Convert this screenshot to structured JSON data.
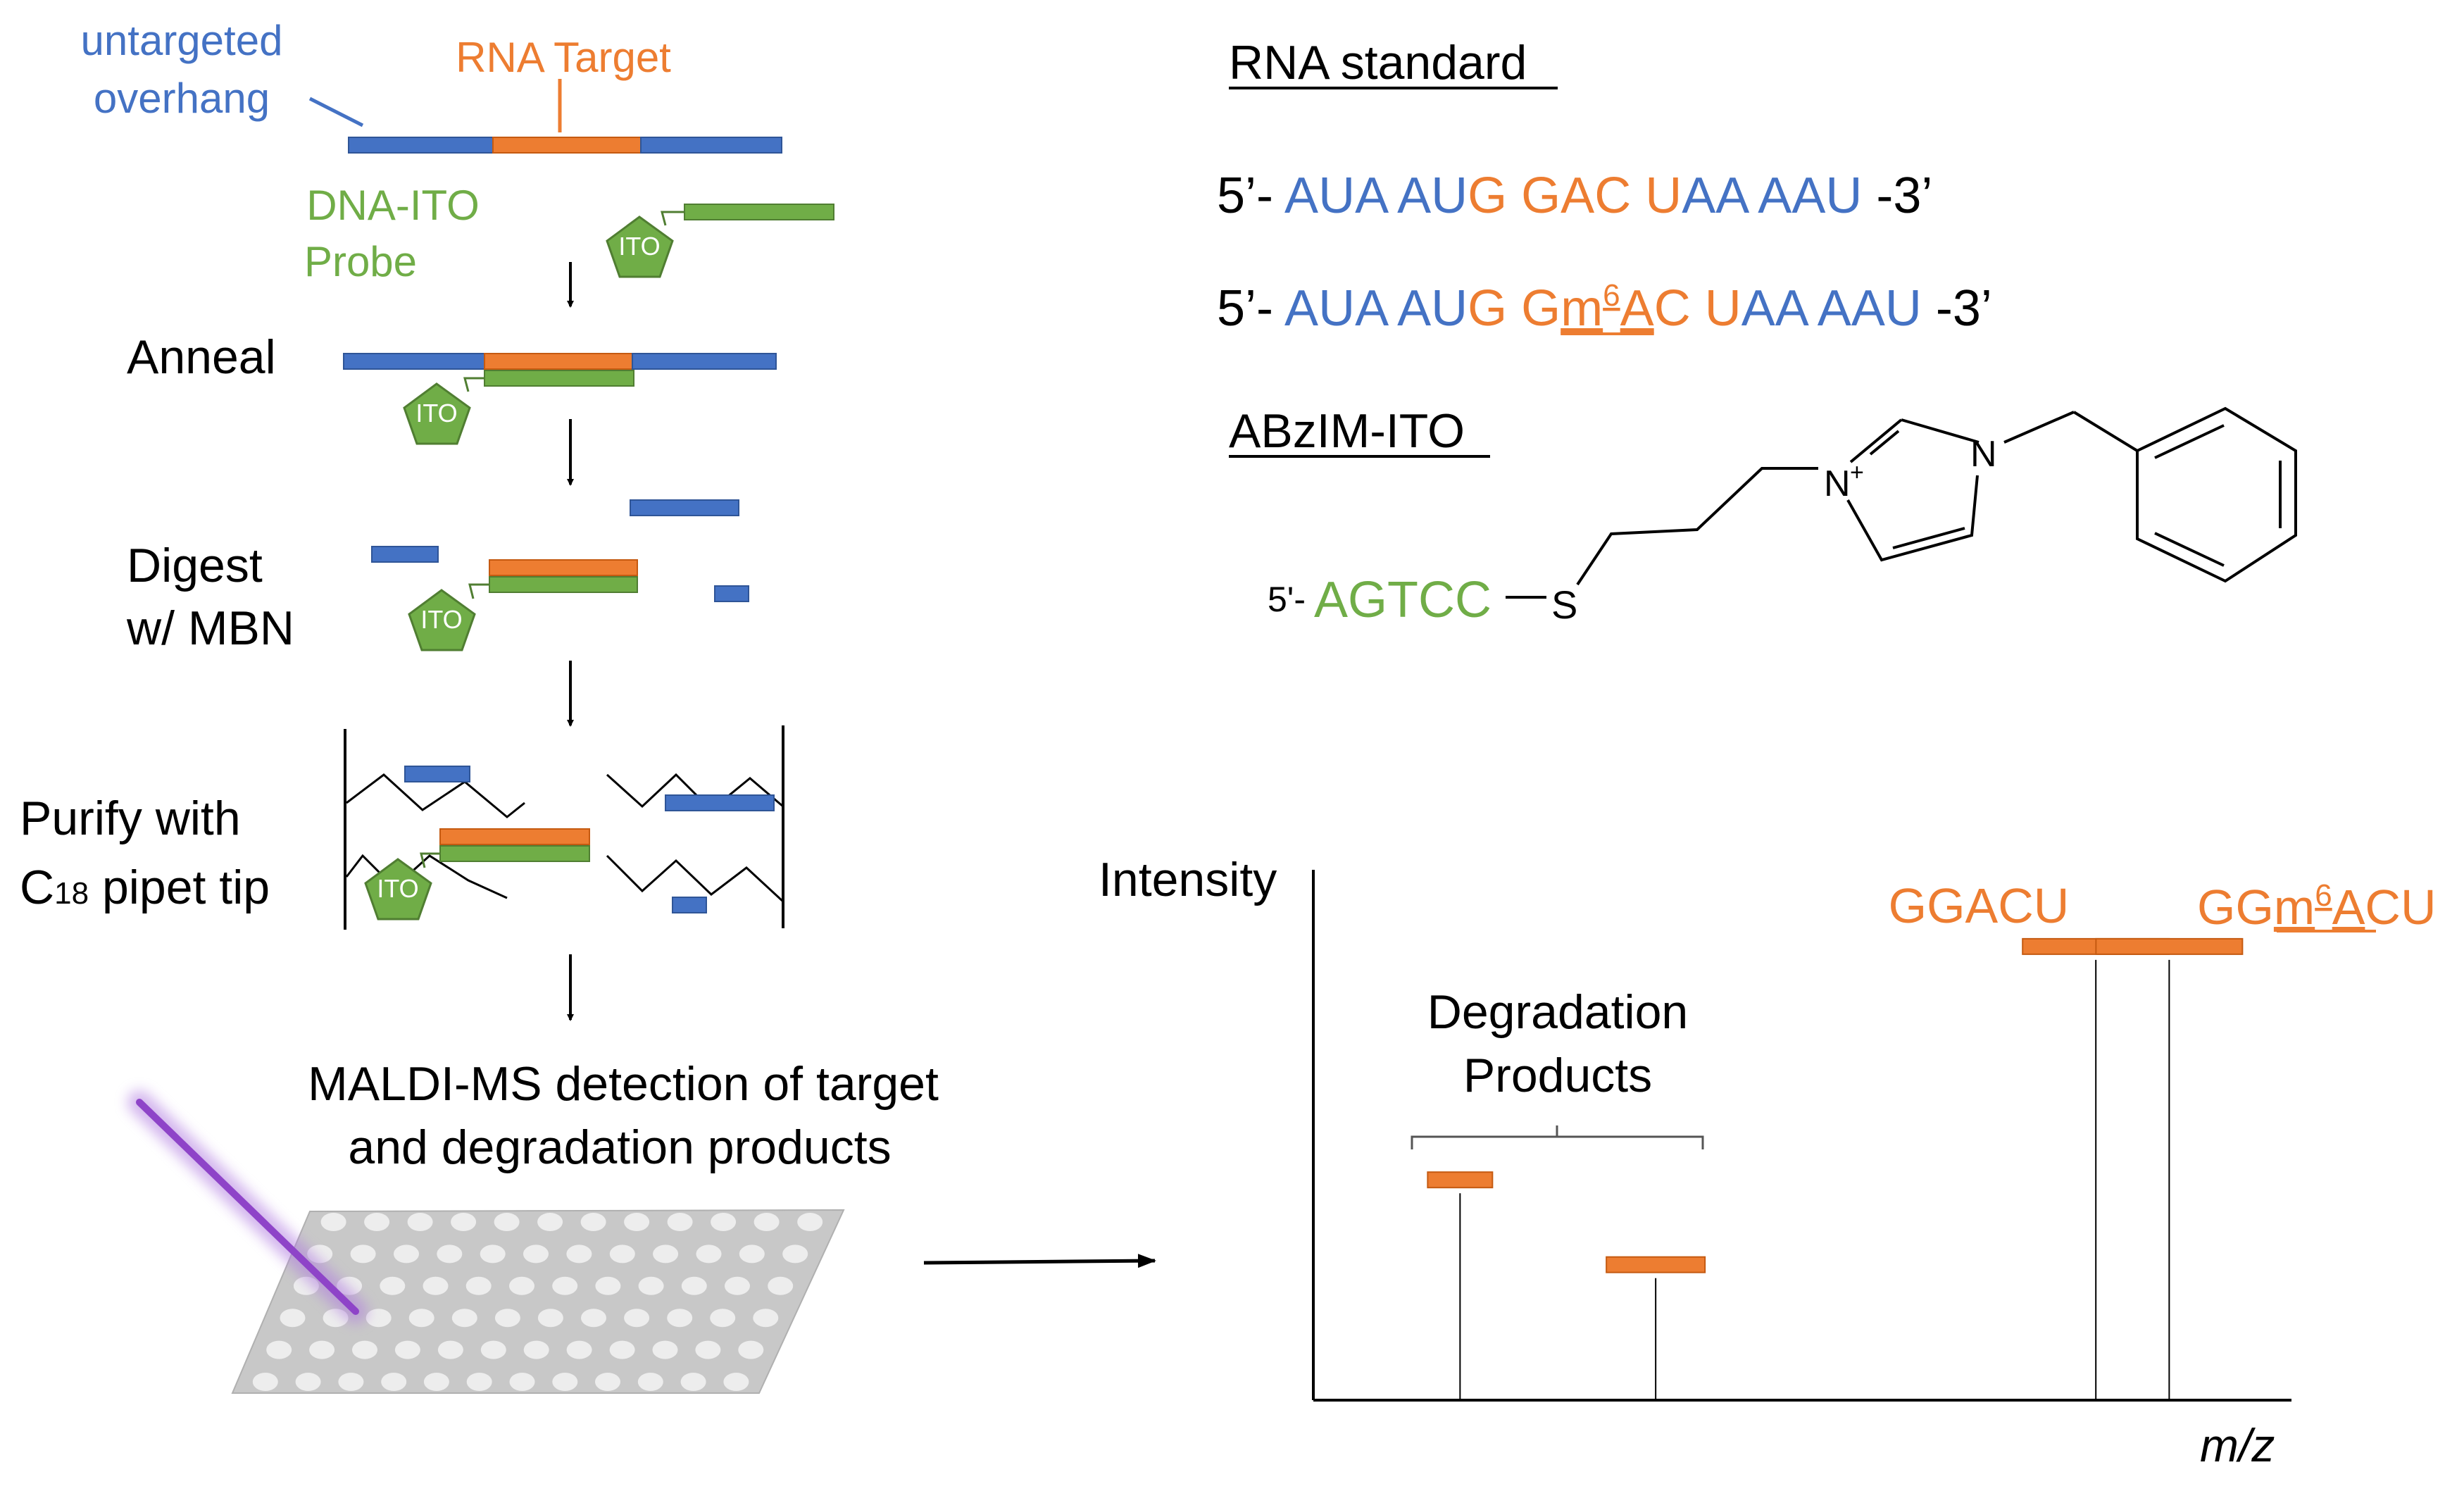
{
  "colors": {
    "blue": "#4472C4",
    "orange": "#ED7D31",
    "green": "#70AD47",
    "black": "#000000",
    "purple": "#9B59D0",
    "plate": "#C8C8C8",
    "well": "#EDEDED"
  },
  "left": {
    "label_overhang_1": "untargeted",
    "label_overhang_2": "overhang",
    "label_target": "RNA Target",
    "label_probe_1": "DNA-ITO",
    "label_probe_2": "Probe",
    "ito": "ITO",
    "step_anneal": "Anneal",
    "step_digest_1": "Digest",
    "step_digest_2": "w/ MBN",
    "step_purify_1": "Purify with",
    "step_purify_2a": "C",
    "step_purify_2b": "18",
    "step_purify_2c": " pipet tip",
    "maldi_1": "MALDI-MS detection of target",
    "maldi_2": "and degradation products"
  },
  "right": {
    "rna_standard_title": "RNA standard",
    "seq1": [
      {
        "t": "5’- ",
        "c": "black"
      },
      {
        "t": "AUA AU",
        "c": "blue"
      },
      {
        "t": "G GAC U",
        "c": "orange"
      },
      {
        "t": "AA AAU",
        "c": "blue"
      },
      {
        "t": " -3’",
        "c": "black"
      }
    ],
    "seq2": [
      {
        "t": "5’- ",
        "c": "black"
      },
      {
        "t": "AUA AU",
        "c": "blue"
      },
      {
        "t": "G G",
        "c": "orange"
      },
      {
        "t": "m",
        "c": "orange",
        "u": true
      },
      {
        "t": "6",
        "c": "orange",
        "sup": true,
        "u": true
      },
      {
        "t": "A",
        "c": "orange",
        "u": true
      },
      {
        "t": "C U",
        "c": "orange"
      },
      {
        "t": "AA AAU",
        "c": "blue"
      },
      {
        "t": " -3’",
        "c": "black"
      }
    ],
    "abzim_title": "ABzIM-ITO",
    "chem_5prime": "5'-",
    "chem_seq": "AGTCC",
    "chem_S": "S",
    "chem_Nplus": "N",
    "chem_plus": "+",
    "chem_N": "N"
  },
  "chart_data": {
    "type": "bar",
    "ylabel": "Intensity",
    "xlabel": "m/z",
    "peaks": [
      {
        "label": "",
        "group": "Degradation Products",
        "x_rel": 0.15,
        "height": 0.43
      },
      {
        "label": "",
        "group": "Degradation Products",
        "x_rel": 0.35,
        "height": 0.27
      },
      {
        "label": "GGACU",
        "x_rel": 0.8,
        "height": 0.87
      },
      {
        "label": "GGm6ACU",
        "x_rel": 0.875,
        "height": 0.87
      }
    ],
    "peak_labels": {
      "degradation_1": "Degradation",
      "degradation_2": "Products",
      "ggacu": "GGACU",
      "ggm6acu_a": "GG",
      "ggm6acu_b": "m",
      "ggm6acu_c": "6",
      "ggm6acu_d": "A",
      "ggm6acu_e": "CU"
    }
  }
}
